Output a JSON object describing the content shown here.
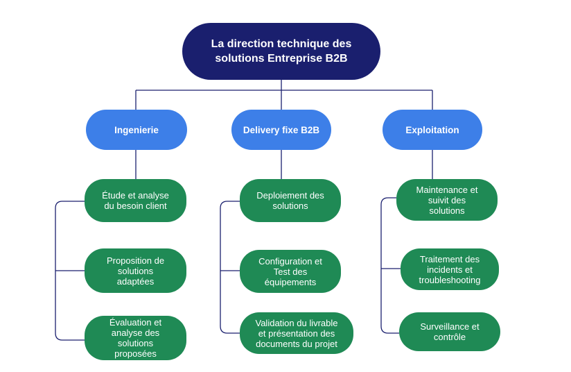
{
  "root": {
    "title": "La direction technique des\nsolutions Entreprise B2B"
  },
  "departments": [
    {
      "label": "Ingenierie",
      "tasks": [
        "Étude et analyse\ndu besoin client",
        "Proposition de\nsolutions\nadaptées",
        "Évaluation et\nanalyse des\nsolutions\nproposées"
      ]
    },
    {
      "label": "Delivery fixe B2B",
      "tasks": [
        "Deploiement des\nsolutions",
        "Configuration et\nTest des\néquipements",
        "Validation du livrable\net présentation des\ndocuments du projet"
      ]
    },
    {
      "label": "Exploitation",
      "tasks": [
        "Maintenance et\nsuivit des\nsolutions",
        "Traitement des\nincidents et\ntroubleshooting",
        "Surveillance et\ncontrôle"
      ]
    }
  ],
  "colors": {
    "root": "#1a1f6e",
    "department": "#3d7fe8",
    "task": "#1f8a55",
    "connector": "#1a1f6e"
  }
}
